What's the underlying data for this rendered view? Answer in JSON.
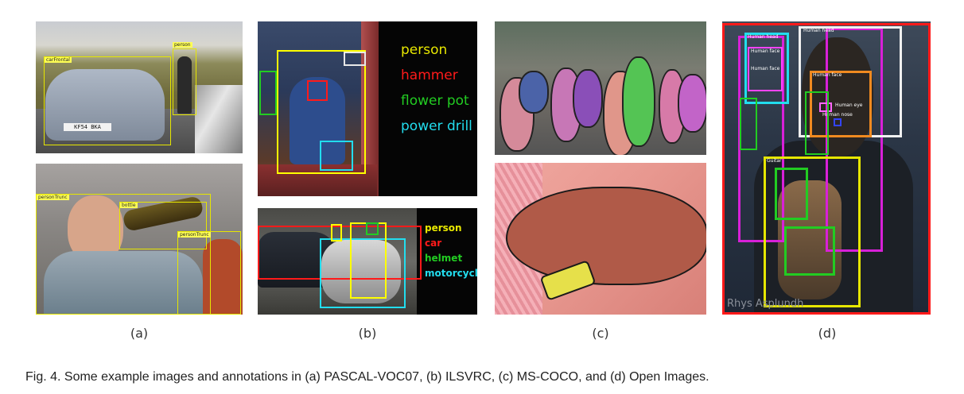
{
  "panels": {
    "a": {
      "label": "(a)",
      "top_tags": {
        "car": "carFrontal",
        "person": "person"
      },
      "bottom_tags": {
        "person1": "personTrunc",
        "bottle": "bottle",
        "person2": "personTrunc"
      },
      "plate": "KF54 BKA"
    },
    "b": {
      "label": "(b)",
      "top_legend": [
        "person",
        "hammer",
        "flower pot",
        "power drill"
      ],
      "bottom_legend": [
        "person",
        "car",
        "helmet",
        "motorcycle"
      ],
      "colors": {
        "yellow": "#ffff00",
        "red": "#ff1a1a",
        "green": "#22cc22",
        "cyan": "#22ddee"
      }
    },
    "c": {
      "label": "(c)"
    },
    "d": {
      "label": "(d)",
      "tags": [
        "Human head",
        "Human head",
        "Human face",
        "Human face",
        "Human face",
        "Human eye",
        "Human nose",
        "Guitar"
      ],
      "watermark": "Rhys Asplundh"
    }
  },
  "caption": "Fig. 4. Some example images and annotations in (a) PASCAL-VOC07, (b) ILSVRC, (c) MS-COCO, and (d) Open Images."
}
